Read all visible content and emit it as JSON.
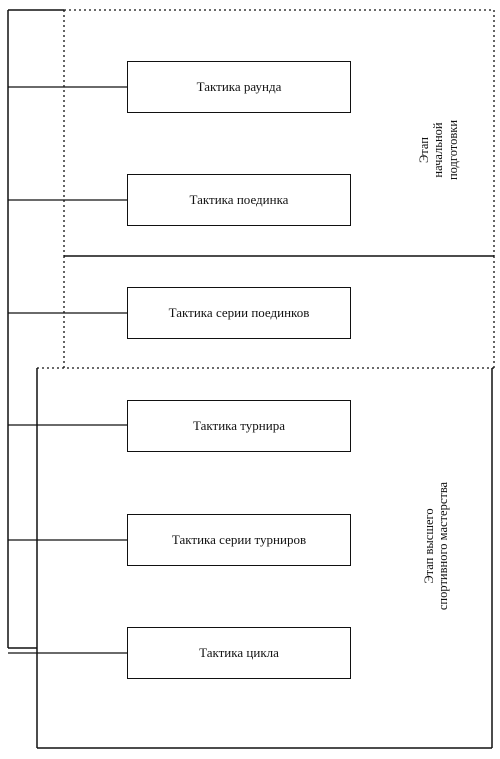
{
  "boxes": [
    {
      "label": "Тактика раунда"
    },
    {
      "label": "Тактика поединка"
    },
    {
      "label": "Тактика серии поединков"
    },
    {
      "label": "Тактика турнира"
    },
    {
      "label": "Тактика серии турниров"
    },
    {
      "label": "Тактика цикла"
    }
  ],
  "stages": {
    "initial": {
      "label": "Этап\nначальной\nподготовки"
    },
    "higher": {
      "label": "Этап высшего\nспортивного мастерства"
    }
  }
}
